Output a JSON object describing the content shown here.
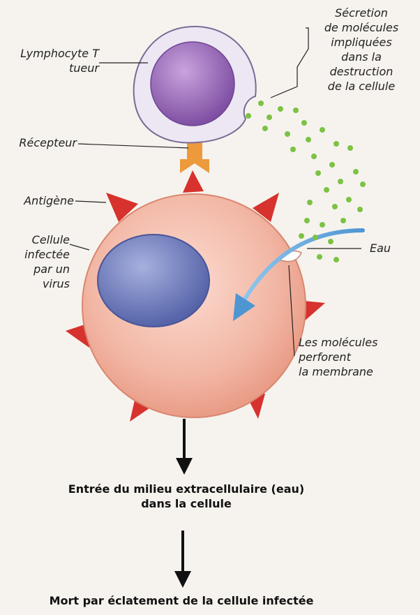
{
  "labels": {
    "lymphocyte": [
      "Lymphocyte T",
      "tueur"
    ],
    "secretion": [
      "Sécretion",
      "de molécules",
      "impliquées",
      "dans la",
      "destruction",
      "de la cellule"
    ],
    "recepteur": "Récepteur",
    "antigene": "Antigène",
    "cellule": [
      "Cellule",
      "infectée",
      "par un",
      "virus"
    ],
    "eau": "Eau",
    "perforent": [
      "Les molécules",
      "perforent",
      "la membrane"
    ]
  },
  "steps": {
    "entree": [
      "Entrée du milieu extracellulaire (eau)",
      "dans la cellule"
    ],
    "mort": "Mort par éclatement de la cellule infectée"
  },
  "colors": {
    "lymphocyte_membrane": "#ece7f2",
    "lymphocyte_nucleus": "#9a6ab8",
    "receptor": "#ec9a3c",
    "infected_cell": "#f2b6a4",
    "nucleus": "#6f7cbc",
    "antigen": "#d7322d",
    "molecules": "#7cc243",
    "water_arrow": "#7bb5e0"
  }
}
